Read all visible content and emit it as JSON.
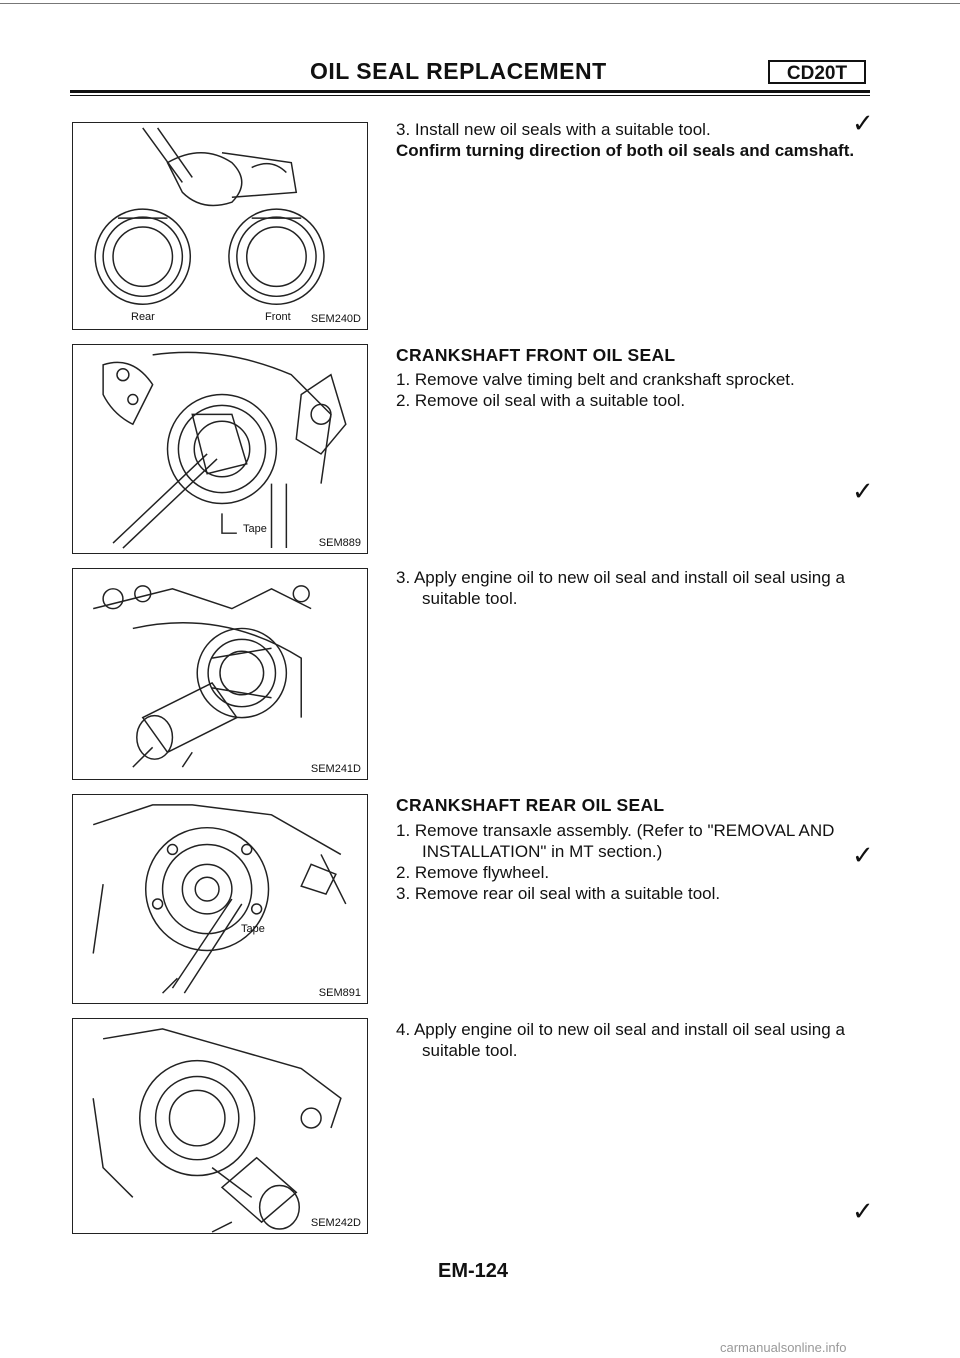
{
  "header": {
    "title": "OIL SEAL REPLACEMENT",
    "badge": "CD20T"
  },
  "figures": [
    {
      "code": "SEM240D",
      "labels": [
        "Rear",
        "Front"
      ]
    },
    {
      "code": "SEM889",
      "labels": [
        "Tape"
      ]
    },
    {
      "code": "SEM241D",
      "labels": []
    },
    {
      "code": "SEM891",
      "labels": [
        "Tape"
      ]
    },
    {
      "code": "SEM242D",
      "labels": []
    }
  ],
  "camshaft": {
    "step3": "3. Install new oil seals with a suitable tool.",
    "note": "Confirm turning direction of both oil seals and camshaft."
  },
  "front": {
    "heading": "CRANKSHAFT FRONT OIL SEAL",
    "steps": [
      "1. Remove valve timing belt and crankshaft sprocket.",
      "2. Remove oil seal with a suitable tool."
    ],
    "step3_line1": "3. Apply engine oil to new oil seal and install oil seal using a",
    "step3_line2": "suitable tool."
  },
  "rear": {
    "heading": "CRANKSHAFT REAR OIL SEAL",
    "step1_line1": "1. Remove transaxle assembly. (Refer to \"REMOVAL AND",
    "step1_line2": "INSTALLATION\" in MT section.)",
    "step2": "2. Remove flywheel.",
    "step3": "3. Remove rear oil seal with a suitable tool.",
    "step4_line1": "4. Apply engine oil to new oil seal and install oil seal using a",
    "step4_line2": "suitable tool."
  },
  "footer": {
    "page": "EM-124"
  },
  "watermark": "carmanualsonline.info"
}
